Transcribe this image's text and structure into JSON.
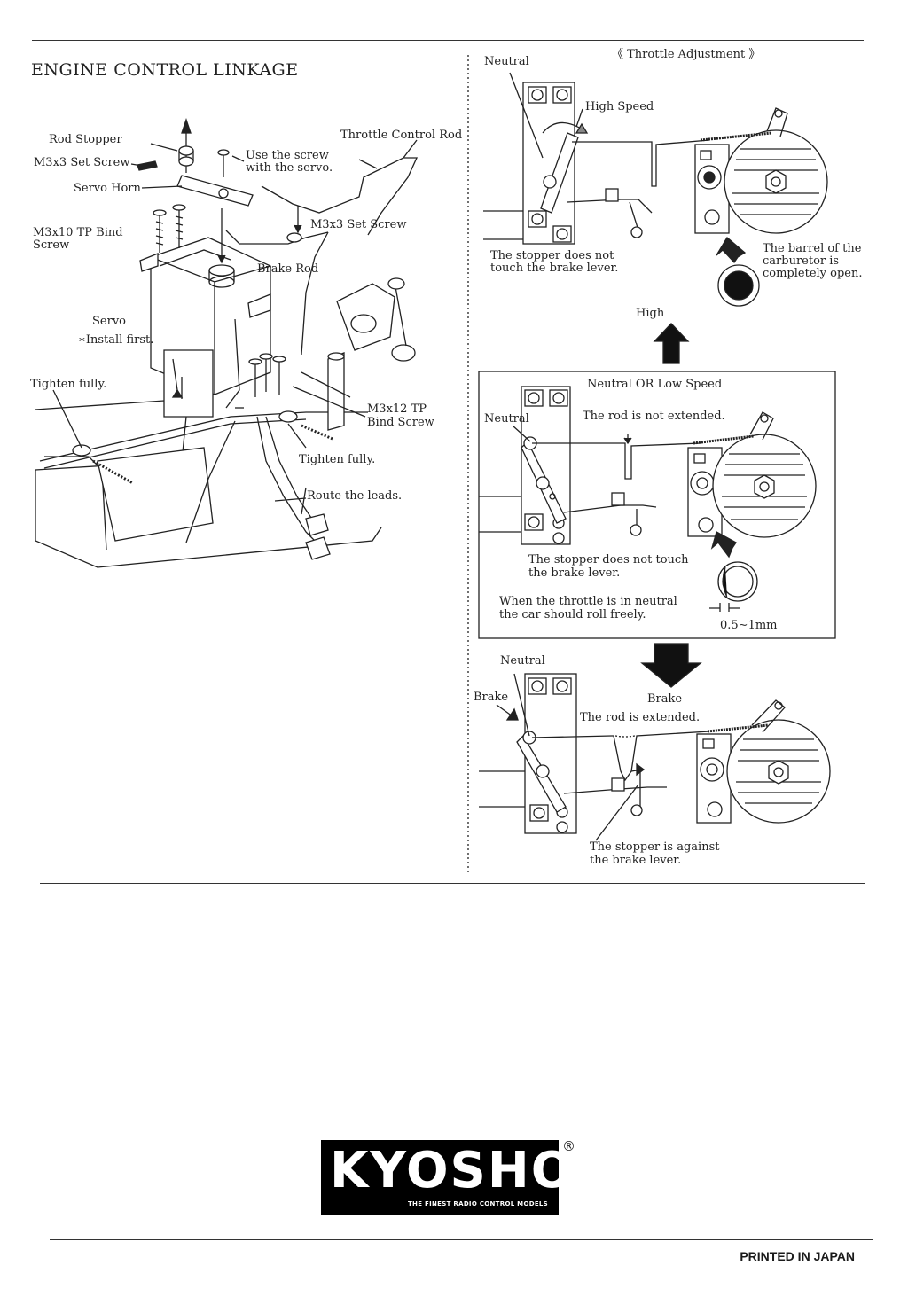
{
  "title": "ENGINE CONTROL LINKAGE",
  "left_labels": {
    "rod_stopper": "Rod Stopper",
    "m3x3_set_screw_a": "M3x3 Set Screw",
    "servo_horn": "Servo Horn",
    "use_screw_1": "Use the screw",
    "use_screw_2": "with the servo.",
    "throttle_control_rod": "Throttle Control Rod",
    "m3x10_1": "M3x10 TP Bind",
    "m3x10_2": "Screw",
    "m3x3_set_screw_b": "M3x3 Set Screw",
    "brake_rod": "Brake Rod",
    "servo": "Servo",
    "install_first": "∗Install first.",
    "tighten_fully_a": "Tighten fully.",
    "m3x12_1": "M3x12 TP",
    "m3x12_2": "Bind Screw",
    "tighten_fully_b": "Tighten fully.",
    "route_leads": "Route the leads."
  },
  "right_labels": {
    "throttle_adjustment": "《 Throttle Adjustment 》",
    "neutral_top": "Neutral",
    "high_speed": "High Speed",
    "stopper_not_touch_1": "The stopper does not",
    "stopper_not_touch_2": "touch the brake lever.",
    "barrel_1": "The barrel of the",
    "barrel_2": "carburetor is",
    "barrel_3": "completely open.",
    "high": "High",
    "neutral_or_low": "Neutral OR Low Speed",
    "neutral_mid": "Neutral",
    "rod_not_extended": "The rod is not extended.",
    "stopper_mid_1": "The stopper does not touch",
    "stopper_mid_2": "the brake lever.",
    "roll_freely_1": "When the throttle is in neutral",
    "roll_freely_2": "the car should roll freely.",
    "gap": "0.5∼1mm",
    "neutral_bottom": "Neutral",
    "brake_left": "Brake",
    "brake_right": "Brake",
    "rod_extended": "The rod is extended.",
    "stopper_against_1": "The stopper is against",
    "stopper_against_2": "the brake lever."
  },
  "logo": {
    "word": "KYOSHO",
    "tagline": "THE FINEST RADIO CONTROL MODELS",
    "registered": "®"
  },
  "footer": "PRINTED IN JAPAN"
}
